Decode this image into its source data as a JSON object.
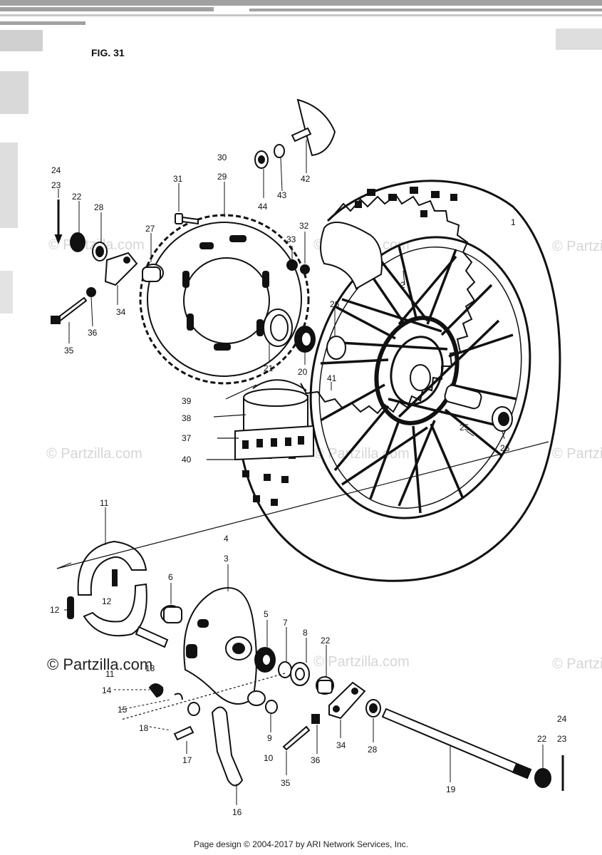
{
  "figure_label": "FIG. 31",
  "watermark": "© Partzilla.com",
  "footer": "Page design © 2004-2017 by ARI Network Services, Inc.",
  "callouts": {
    "c1": "24",
    "c2": "23",
    "c3": "22",
    "c4": "28",
    "c5": "27",
    "c6": "31",
    "c7": "30",
    "c8": "29",
    "c9": "44",
    "c10": "43",
    "c11": "42",
    "c12": "33",
    "c13": "32",
    "c14": "34",
    "c15": "36",
    "c16": "35",
    "c17": "21",
    "c18": "20",
    "c19": "26",
    "c20": "1",
    "c21": "2",
    "c22": "41",
    "c23": "39",
    "c24": "38",
    "c25": "37",
    "c26": "40",
    "c27": "25",
    "c28": "26",
    "c29": "11",
    "c30": "12",
    "c31": "12",
    "c32": "11",
    "c33": "13",
    "c34": "4",
    "c35": "3",
    "c36": "6",
    "c37": "5",
    "c38": "7",
    "c39": "8",
    "c40": "22",
    "c41": "14",
    "c42": "15",
    "c43": "18",
    "c44": "17",
    "c45": "16",
    "c46": "9",
    "c47": "10",
    "c48": "35",
    "c49": "36",
    "c50": "34",
    "c51": "28",
    "c52": "19",
    "c53": "22",
    "c54": "24",
    "c55": "23"
  }
}
